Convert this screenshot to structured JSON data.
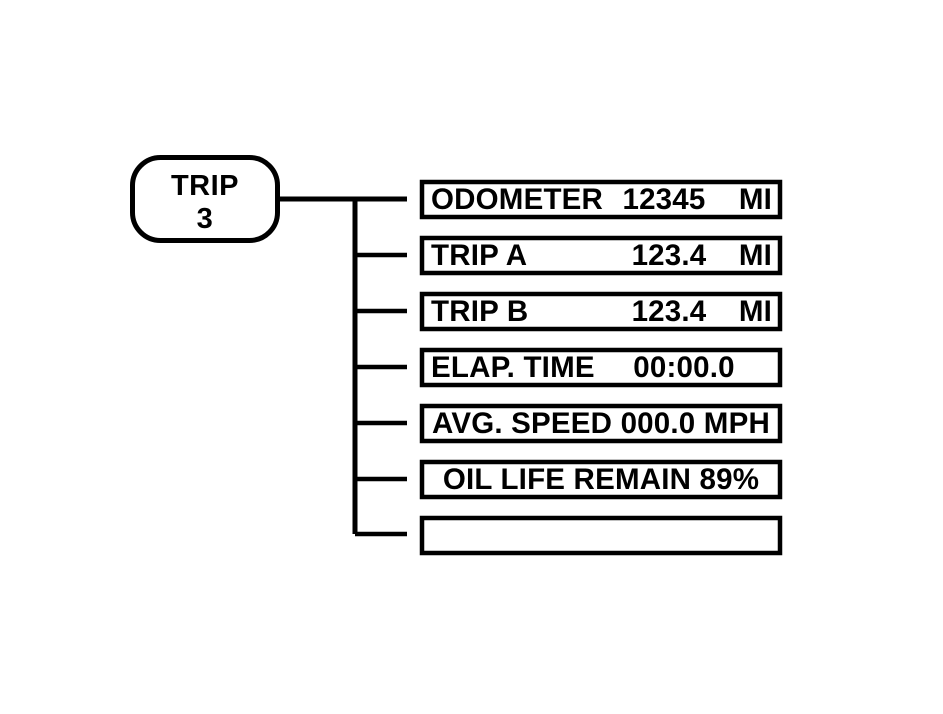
{
  "diagram": {
    "title": "TRIP 3 menu display sequence",
    "background_color": "#ffffff",
    "line_color": "#000000",
    "text_color": "#000000",
    "source_node": {
      "name": "trip-node",
      "line1": "TRIP",
      "line2": "3"
    },
    "rows": [
      {
        "name": "odometer",
        "label": "ODOMETER",
        "value": "12345",
        "unit": "MI",
        "layout": "columns",
        "empty": false
      },
      {
        "name": "trip-a",
        "label": "TRIP  A",
        "value": "123.4",
        "unit": "MI",
        "layout": "columns",
        "empty": false
      },
      {
        "name": "trip-b",
        "label": "TRIP  B",
        "value": "123.4",
        "unit": "MI",
        "layout": "columns",
        "empty": false
      },
      {
        "name": "elapsed-time",
        "label": "ELAP.  TIME",
        "value": "00:00.0",
        "unit": "",
        "layout": "columns",
        "empty": false
      },
      {
        "name": "average-speed",
        "label": "AVG.  SPEED 000.0  MPH",
        "value": "",
        "unit": "",
        "layout": "full",
        "empty": false
      },
      {
        "name": "oil-life-remain",
        "label": "OIL  LIFE  REMAIN   89%",
        "value": "",
        "unit": "",
        "layout": "full",
        "empty": false
      },
      {
        "name": "blank-row",
        "label": "",
        "value": "",
        "unit": "",
        "layout": "full",
        "empty": true
      }
    ]
  }
}
